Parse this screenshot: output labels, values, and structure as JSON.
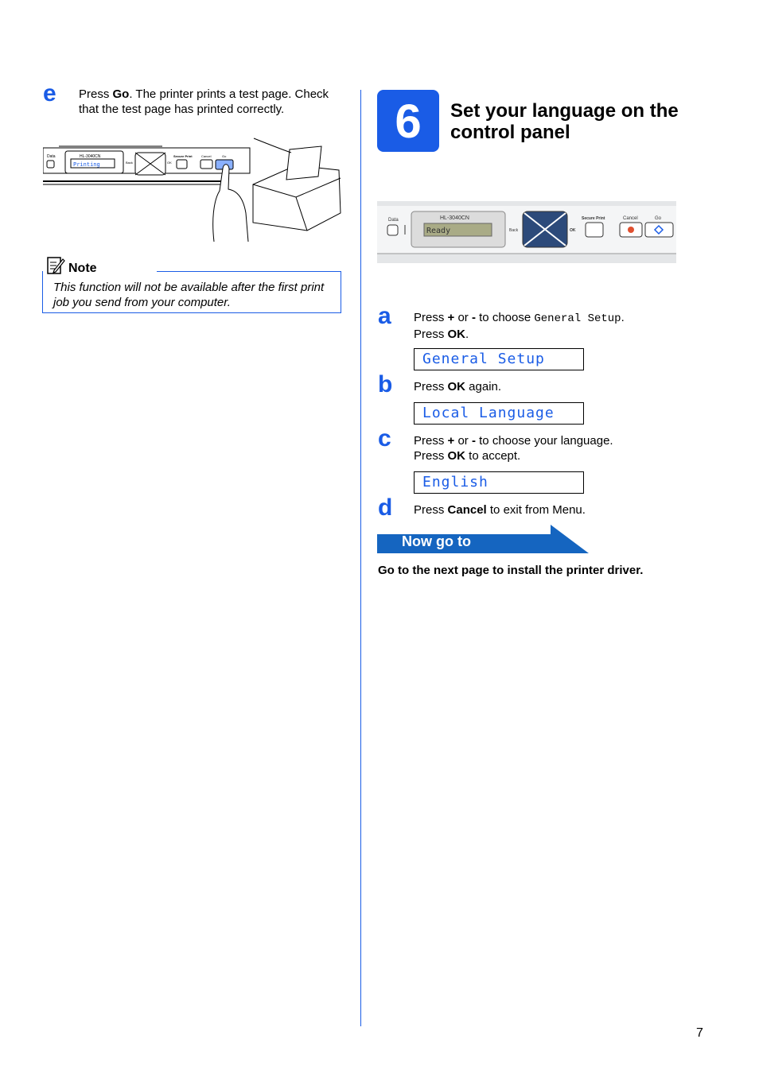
{
  "left": {
    "step_e": {
      "letter": "e",
      "press": "Press ",
      "go": "Go",
      "rest": ". The printer prints a test page. Check that the test page has printed correctly."
    },
    "panel_illustration": {
      "model": "HL-3040CN",
      "lcd_text": "Printing",
      "data_label": "Data",
      "secure_print_label": "Secure Print",
      "cancel_label": "Cancel",
      "go_label": "Go",
      "back_label": "Back",
      "ok_label": "OK"
    },
    "note": {
      "label": "Note",
      "text": "This function will not be available after the first print job you send from your computer."
    }
  },
  "right": {
    "step_number": "6",
    "title": "Set your language on the control panel",
    "panel": {
      "model": "HL-3040CN",
      "lcd_text": "Ready",
      "data_label": "Data",
      "secure_print_label": "Secure Print",
      "cancel_label": "Cancel",
      "go_label": "Go",
      "back_label": "Back",
      "ok_label": "OK"
    },
    "steps": [
      {
        "letter": "a",
        "p1": "Press ",
        "b1": "+",
        "p2": " or ",
        "b2": "-",
        "p3": " to choose ",
        "mono": "General Setup",
        "p4": ".",
        "line2_pre": "Press ",
        "line2_b": "OK",
        "line2_post": ".",
        "lcd": "General Setup"
      },
      {
        "letter": "b",
        "p1": "Press ",
        "b1": "OK",
        "p2": " again.",
        "lcd": "Local Language"
      },
      {
        "letter": "c",
        "p1": "Press ",
        "b1": "+",
        "p2": " or ",
        "b2": "-",
        "p3": " to choose your language.",
        "line2_pre": "Press ",
        "line2_b": "OK",
        "line2_post": " to accept.",
        "lcd": "English"
      },
      {
        "letter": "d",
        "p1": "Press ",
        "b1": "Cancel",
        "p2": " to exit from Menu."
      }
    ],
    "now_go_to": "Now go to",
    "next_page": "Go to the next page to install the printer driver."
  },
  "page_number": "7",
  "colors": {
    "accent": "#1a5ce6",
    "banner": "#1565c0"
  }
}
